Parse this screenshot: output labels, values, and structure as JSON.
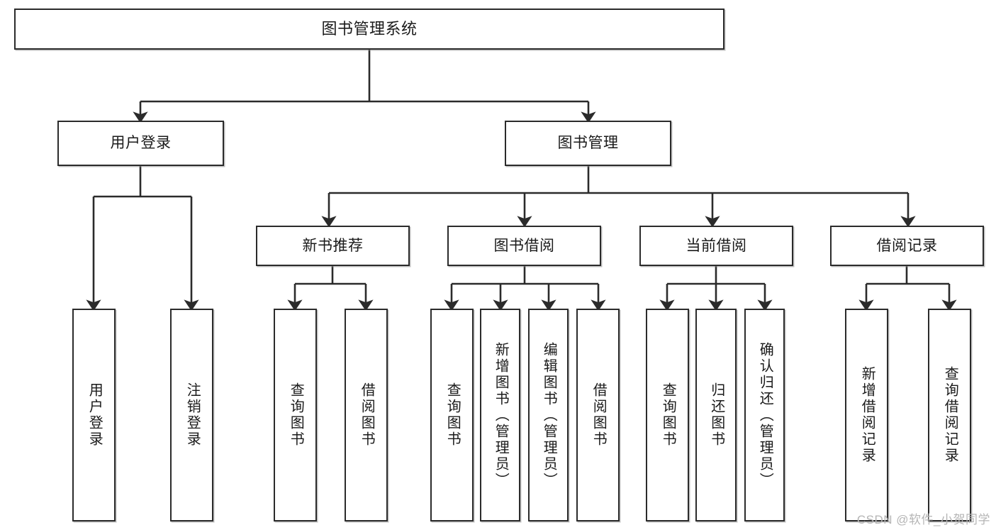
{
  "diagram": {
    "title": "图书管理系统",
    "type": "hierarchy-tree",
    "watermark": "CSDN @软件_小贺同学",
    "colors": {
      "stroke": "#2b2b2b",
      "fill": "#ffffff",
      "text": "#1a1a1a",
      "watermark": "#b5b5b5"
    },
    "levels": {
      "level0": [
        {
          "id": "root",
          "label": "图书管理系统"
        }
      ],
      "level1": [
        {
          "id": "user-login",
          "label": "用户登录",
          "parent": "root"
        },
        {
          "id": "book-manage",
          "label": "图书管理",
          "parent": "root"
        }
      ],
      "level2": [
        {
          "id": "new-book-rec",
          "label": "新书推荐",
          "parent": "book-manage"
        },
        {
          "id": "book-borrow",
          "label": "图书借阅",
          "parent": "book-manage"
        },
        {
          "id": "current-borrow",
          "label": "当前借阅",
          "parent": "book-manage"
        },
        {
          "id": "borrow-record",
          "label": "借阅记录",
          "parent": "book-manage"
        }
      ],
      "level3": [
        {
          "id": "leaf-user-login",
          "label": "用户登录",
          "parent": "user-login"
        },
        {
          "id": "leaf-user-logout",
          "label": "注销登录",
          "parent": "user-login"
        },
        {
          "id": "leaf-query-book-1",
          "label": "查询图书",
          "parent": "new-book-rec"
        },
        {
          "id": "leaf-borrow-book-1",
          "label": "借阅图书",
          "parent": "new-book-rec"
        },
        {
          "id": "leaf-query-book-2",
          "label": "查询图书",
          "parent": "book-borrow"
        },
        {
          "id": "leaf-add-book",
          "label": "新增图书（管理员）",
          "parent": "book-borrow"
        },
        {
          "id": "leaf-edit-book",
          "label": "编辑图书（管理员）",
          "parent": "book-borrow"
        },
        {
          "id": "leaf-borrow-book-2",
          "label": "借阅图书",
          "parent": "book-borrow"
        },
        {
          "id": "leaf-query-book-3",
          "label": "查询图书",
          "parent": "current-borrow"
        },
        {
          "id": "leaf-return-book",
          "label": "归还图书",
          "parent": "current-borrow"
        },
        {
          "id": "leaf-confirm-return",
          "label": "确认归还（管理员）",
          "parent": "current-borrow"
        },
        {
          "id": "leaf-add-record",
          "label": "新增借阅记录",
          "parent": "borrow-record"
        },
        {
          "id": "leaf-query-record",
          "label": "查询借阅记录",
          "parent": "borrow-record"
        }
      ]
    }
  }
}
